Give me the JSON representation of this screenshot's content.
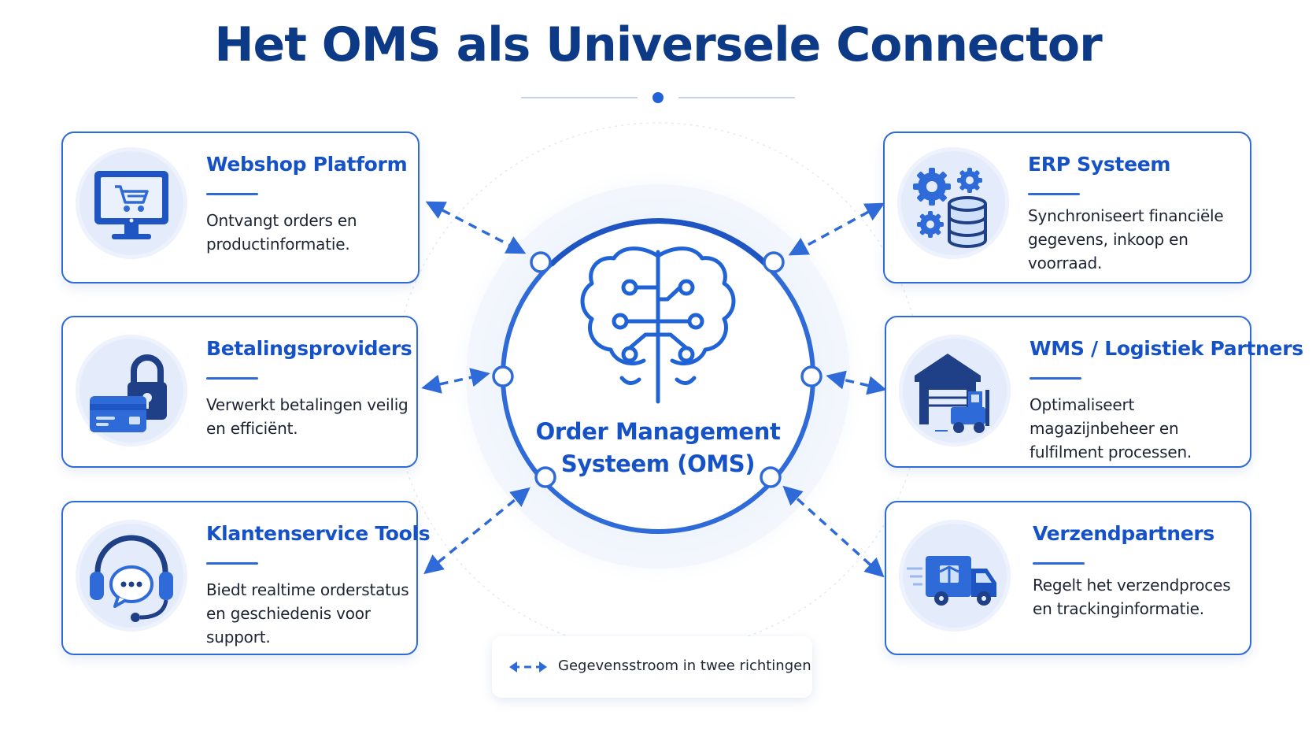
{
  "title": "Het OMS als Universele Connector",
  "center": {
    "label_line1": "Order Management",
    "label_line2": "Systeem (OMS)",
    "icon": "brain-circuit-icon"
  },
  "cards": [
    {
      "id": "webshop",
      "title": "Webshop Platform",
      "description": "Ontvangt orders en productinformatie.",
      "icon": "monitor-cart-icon"
    },
    {
      "id": "betaling",
      "title": "Betalingsproviders",
      "description": "Verwerkt betalingen veilig en efficiënt.",
      "icon": "card-lock-icon"
    },
    {
      "id": "klantenservice",
      "title": "Klantenservice Tools",
      "description": "Biedt realtime orderstatus en geschiedenis voor support.",
      "icon": "headset-chat-icon"
    },
    {
      "id": "erp",
      "title": "ERP Systeem",
      "description": "Synchroniseert financiële gegevens, inkoop en voorraad.",
      "icon": "gears-database-icon"
    },
    {
      "id": "wms",
      "title": "WMS / Logistiek Partners",
      "description": "Optimaliseert magazijnbeheer en fulfilment processen.",
      "icon": "warehouse-forklift-icon"
    },
    {
      "id": "verzend",
      "title": "Verzendpartners",
      "description": "Regelt het verzendproces en trackinginformatie.",
      "icon": "delivery-truck-icon"
    }
  ],
  "legend": {
    "label": "Gegevensstroom in twee richtingen",
    "icon": "bidirectional-arrow-icon"
  },
  "colors": {
    "title": "#0d3a86",
    "accent": "#1f63d6",
    "card_title": "#1552c7",
    "icon_background": "#e4ecfb"
  }
}
